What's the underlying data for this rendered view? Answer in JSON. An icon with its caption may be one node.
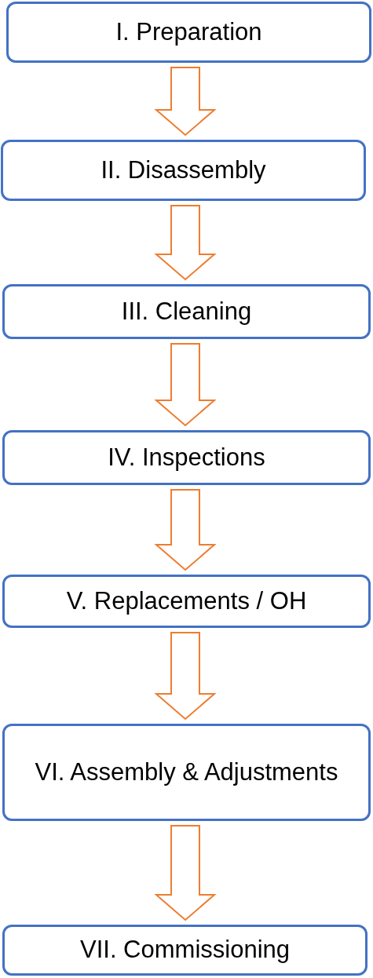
{
  "diagram": {
    "nodes": [
      {
        "text": [
          "I. Preparation"
        ]
      },
      {
        "text": [
          "II. Disassembly"
        ]
      },
      {
        "text": [
          "III. Cleaning"
        ]
      },
      {
        "text": [
          "IV. Inspections"
        ]
      },
      {
        "text": [
          "V. Replacements / OH"
        ]
      },
      {
        "text": [
          "VI. Assembly & Adjustments"
        ]
      },
      {
        "text": [
          "VII. Commissioning"
        ]
      }
    ],
    "edges": [
      {
        "from": 0,
        "to": 1,
        "arrow": "to"
      },
      {
        "from": 1,
        "to": 2,
        "arrow": "to"
      },
      {
        "from": 2,
        "to": 3,
        "arrow": "to"
      },
      {
        "from": 3,
        "to": 4,
        "arrow": "to"
      },
      {
        "from": 4,
        "to": 5,
        "arrow": "to"
      },
      {
        "from": 5,
        "to": 6,
        "arrow": "to"
      }
    ]
  }
}
